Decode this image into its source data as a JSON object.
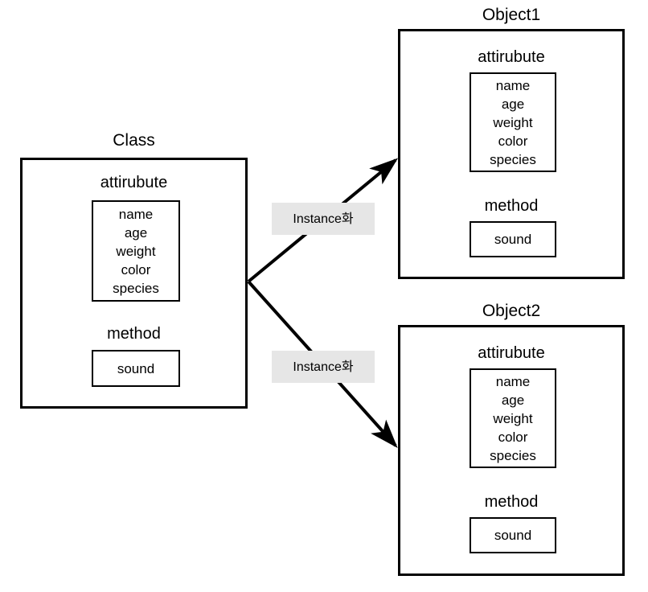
{
  "diagram": {
    "title_class": "Class",
    "title_object1": "Object1",
    "title_object2": "Object2",
    "attribute_heading": "attirubute",
    "method_heading": "method",
    "attributes": [
      "name",
      "age",
      "weight",
      "color",
      "species"
    ],
    "methods": [
      "sound"
    ],
    "edge_label_upper": "Instance화",
    "edge_label_lower": "Instance화",
    "colors": {
      "stroke": "#000000",
      "background": "#ffffff",
      "label_fill": "#e6e6e6"
    }
  }
}
